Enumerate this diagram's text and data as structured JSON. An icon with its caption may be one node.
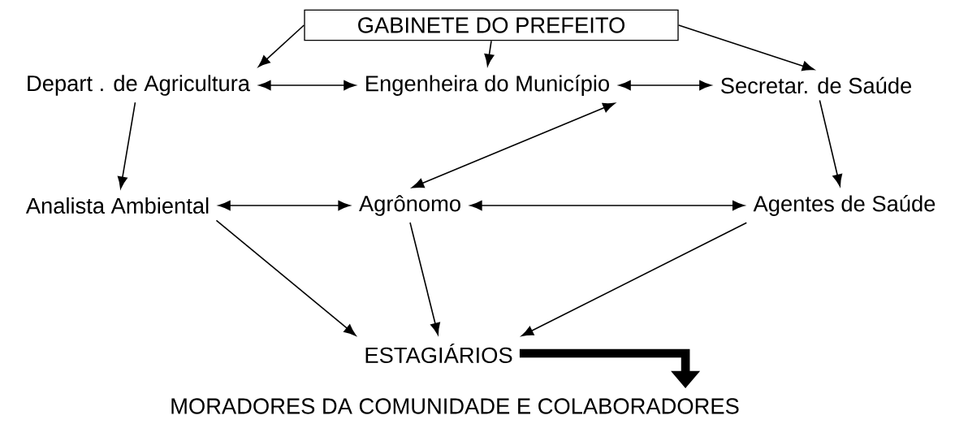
{
  "diagram": {
    "nodes": [
      {
        "text": [
          "GABINETE DO PREFEITO"
        ]
      },
      {
        "text": [
          "Depart . de Agricultura"
        ]
      },
      {
        "text": [
          "Engenheira do Município"
        ]
      },
      {
        "text": [
          "Secretar. de Saúde"
        ]
      },
      {
        "text": [
          "Analista Ambiental"
        ]
      },
      {
        "text": [
          "Agrônomo"
        ]
      },
      {
        "text": [
          "Agentes de Saúde"
        ]
      },
      {
        "text": [
          "ESTAGIÁRIOS"
        ]
      },
      {
        "text": [
          "MORADORES DA COMUNIDADE E COLABORADORES"
        ]
      }
    ],
    "edges": [
      {
        "from": 0,
        "to": 1,
        "arrow": "to"
      },
      {
        "from": 0,
        "to": 2,
        "arrow": "to"
      },
      {
        "from": 0,
        "to": 3,
        "arrow": "to"
      },
      {
        "from": 1,
        "to": 2,
        "arrow": "both"
      },
      {
        "from": 2,
        "to": 3,
        "arrow": "both"
      },
      {
        "from": 1,
        "to": 4,
        "arrow": "to"
      },
      {
        "from": 5,
        "to": 2,
        "arrow": "both"
      },
      {
        "from": 3,
        "to": 6,
        "arrow": "to"
      },
      {
        "from": 4,
        "to": 5,
        "arrow": "both"
      },
      {
        "from": 5,
        "to": 6,
        "arrow": "both"
      },
      {
        "from": 4,
        "to": 7,
        "arrow": "to"
      },
      {
        "from": 5,
        "to": 7,
        "arrow": "to"
      },
      {
        "from": 6,
        "to": 7,
        "arrow": "to"
      },
      {
        "from": 7,
        "to": 8,
        "arrow": "to",
        "style": "thick"
      }
    ]
  }
}
